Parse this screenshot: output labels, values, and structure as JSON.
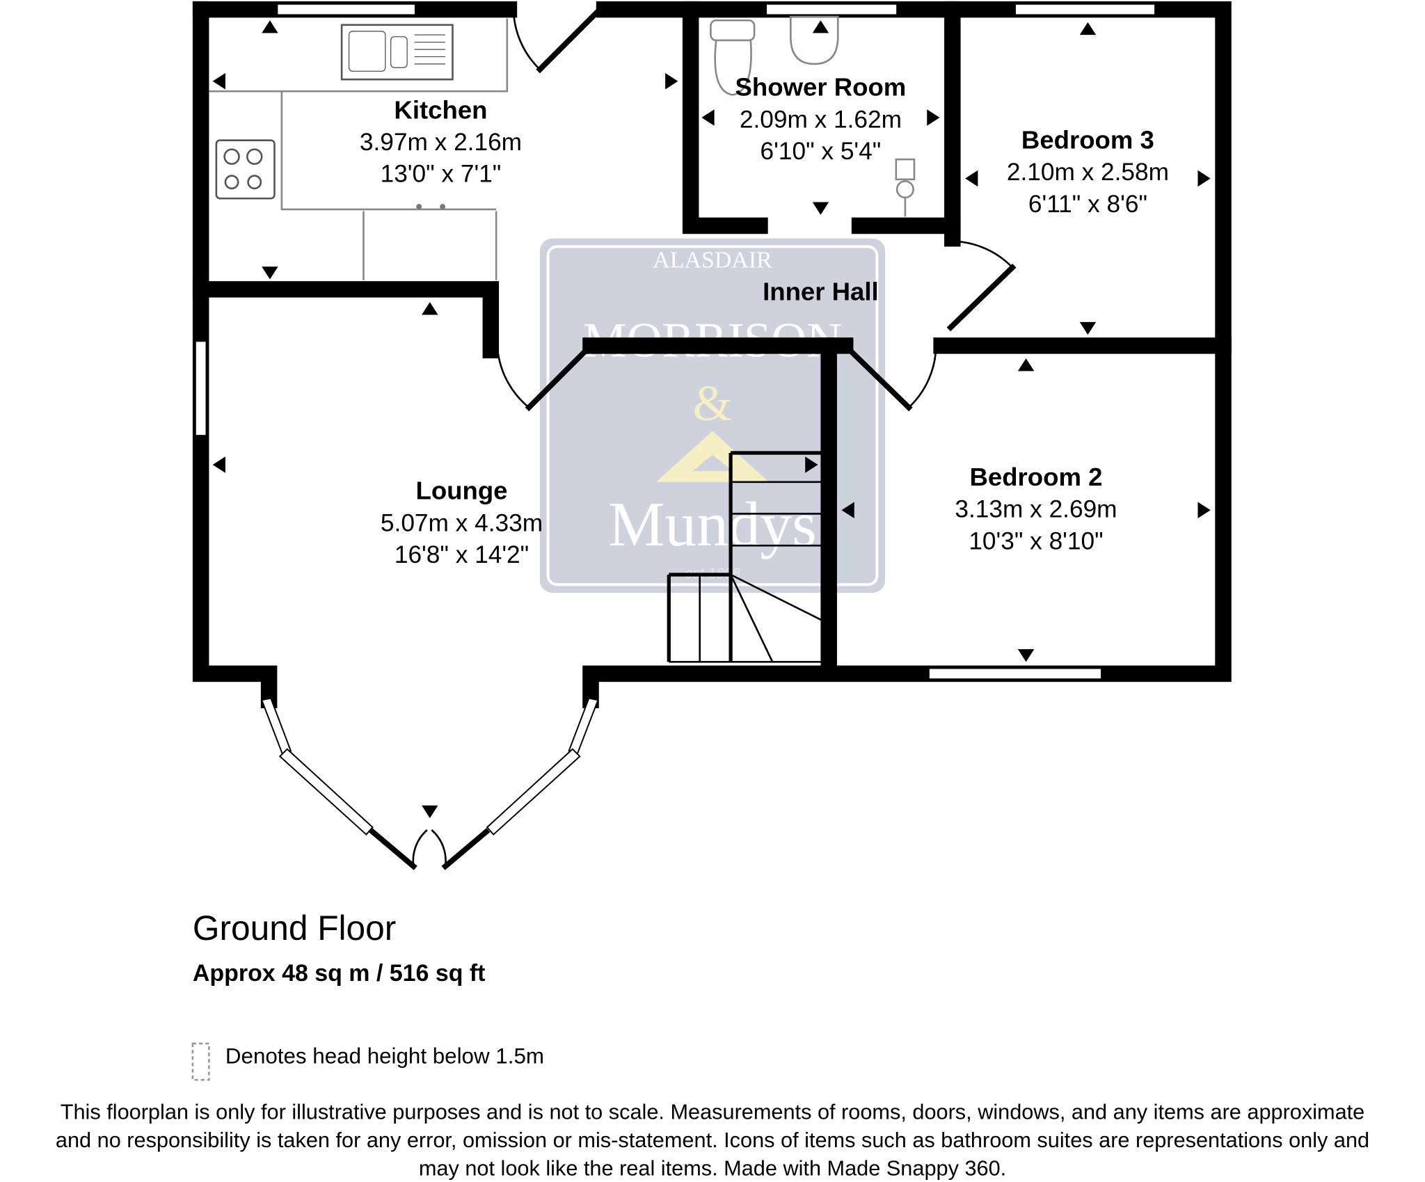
{
  "rooms": {
    "kitchen": {
      "name": "Kitchen",
      "metric": "3.97m x 2.16m",
      "imperial": "13'0\" x 7'1\""
    },
    "shower_room": {
      "name": "Shower Room",
      "metric": "2.09m x 1.62m",
      "imperial": "6'10\" x 5'4\""
    },
    "bedroom3": {
      "name": "Bedroom 3",
      "metric": "2.10m x 2.58m",
      "imperial": "6'11\" x 8'6\""
    },
    "inner_hall": {
      "name": "Inner Hall"
    },
    "lounge": {
      "name": "Lounge",
      "metric": "5.07m x 4.33m",
      "imperial": "16'8\" x 14'2\""
    },
    "bedroom2": {
      "name": "Bedroom 2",
      "metric": "3.13m x 2.69m",
      "imperial": "10'3\" x 8'10\""
    }
  },
  "floor": {
    "title": "Ground Floor",
    "area": "Approx 48 sq m / 516 sq ft"
  },
  "legend": {
    "text": "Denotes head height below 1.5m"
  },
  "disclaimer": {
    "line1": "This floorplan is only for illustrative purposes and is not to scale. Measurements of rooms, doors, windows, and any items are approximate",
    "line2": "and no responsibility is taken for any error, omission or mis-statement. Icons of items such as bathroom suites are representations only and",
    "line3": "may not look like the real items. Made with Made Snappy 360."
  },
  "watermark": {
    "line1": "ALASDAIR",
    "line2": "MORRISON",
    "amp": "&",
    "est": "est 1898",
    "line3": "Mundys"
  },
  "colors": {
    "watermark_bg": "#cdd2dc",
    "watermark_gold": "#f7efc4",
    "wall": "#000000"
  }
}
